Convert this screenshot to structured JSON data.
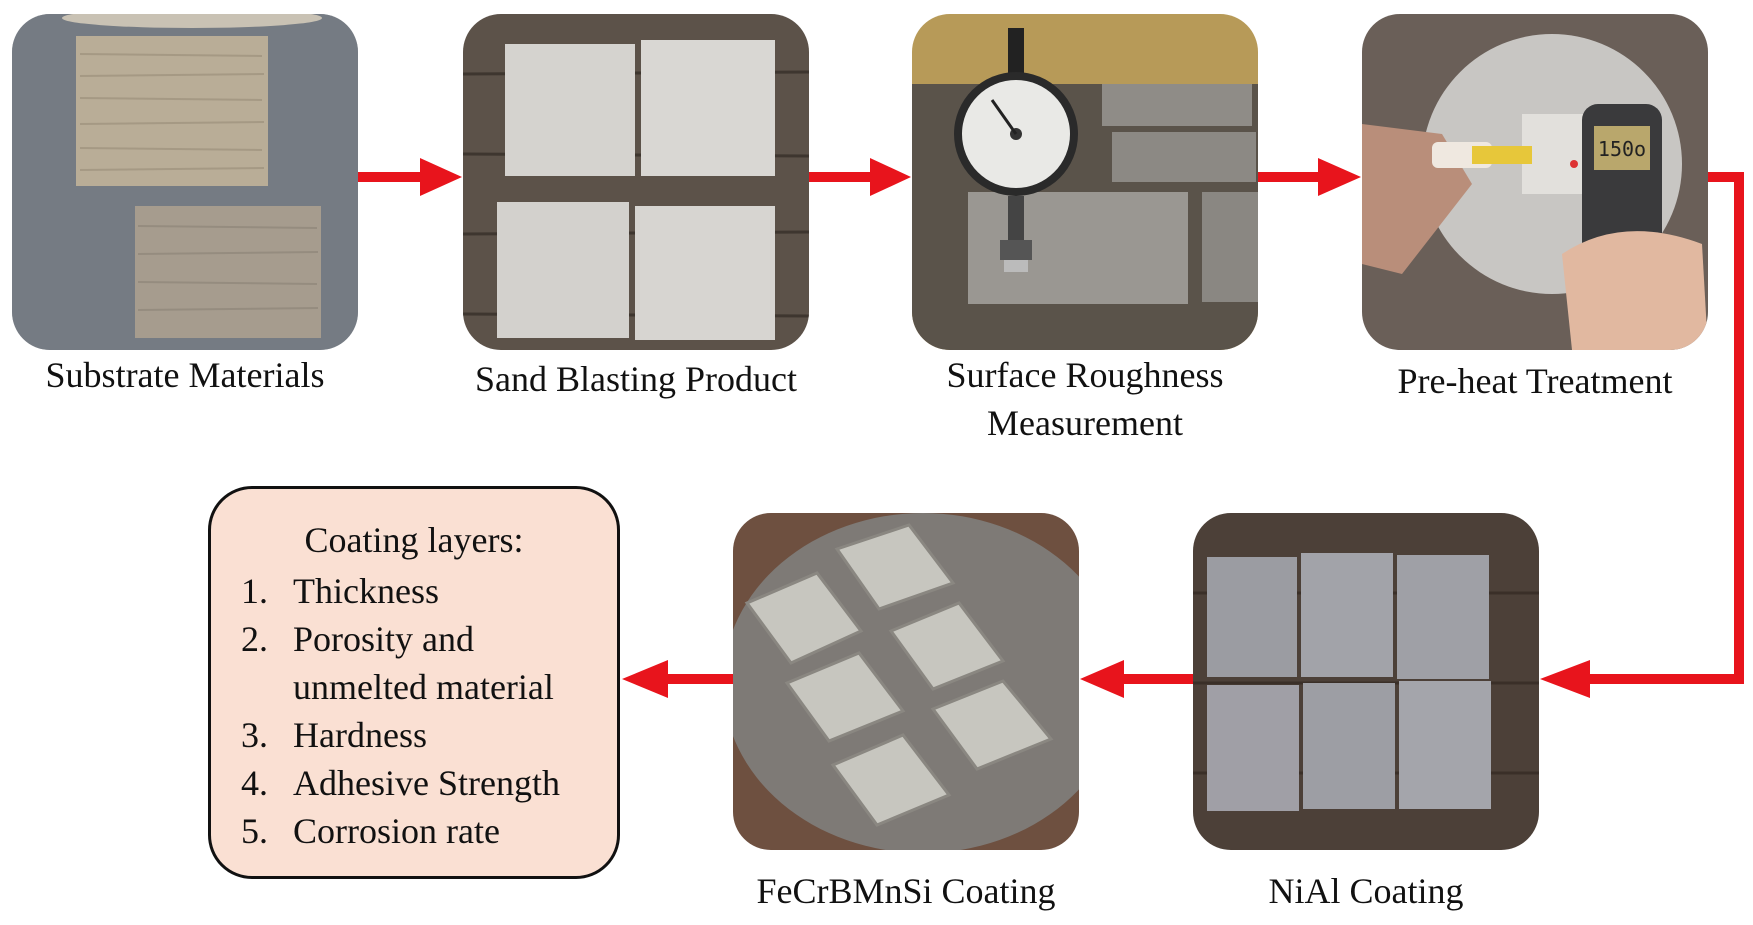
{
  "steps": [
    {
      "id": "substrate",
      "label": "Substrate Materials"
    },
    {
      "id": "sandblast",
      "label": "Sand Blasting Product"
    },
    {
      "id": "roughness",
      "label_line1": "Surface Roughness",
      "label_line2": "Measurement"
    },
    {
      "id": "preheat",
      "label": "Pre-heat Treatment"
    },
    {
      "id": "nial",
      "label": "NiAl Coating"
    },
    {
      "id": "fecr",
      "label": "FeCrBMnSi Coating"
    }
  ],
  "thermometer_reading": "150o",
  "results": {
    "title": "Coating layers:",
    "items": [
      {
        "num": "1.",
        "text": "Thickness"
      },
      {
        "num": "2.",
        "text": "Porosity and",
        "text2": "unmelted material"
      },
      {
        "num": "3.",
        "text": "Hardness"
      },
      {
        "num": "4.",
        "text": "Adhesive Strength"
      },
      {
        "num": "5.",
        "text": "Corrosion rate"
      }
    ]
  },
  "colors": {
    "arrow": "#e8141c",
    "box_fill": "#fae0d3",
    "box_border": "#111111"
  }
}
